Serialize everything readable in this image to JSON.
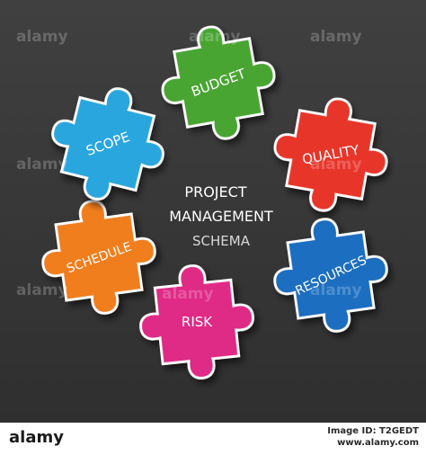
{
  "diagram": {
    "title_line1": "PROJECT",
    "title_line2": "MANAGEMENT",
    "subtitle": "SCHEMA",
    "pieces": [
      {
        "key": "budget",
        "label": "BUDGET",
        "color": "#4aa532"
      },
      {
        "key": "quality",
        "label": "QUALITY",
        "color": "#e8362a"
      },
      {
        "key": "resources",
        "label": "RESOURCES",
        "color": "#1f6ec0"
      },
      {
        "key": "risk",
        "label": "RISK",
        "color": "#df2b86"
      },
      {
        "key": "schedule",
        "label": "SCHEDULE",
        "color": "#f07e1f"
      },
      {
        "key": "scope",
        "label": "SCOPE",
        "color": "#2aa6de"
      }
    ],
    "background_color": "#3b3b3b",
    "text_color": "#ffffff"
  },
  "watermark": {
    "text": "alamy"
  },
  "footer": {
    "logo": "alamy",
    "id_line1": "Image ID: T2GEDT",
    "id_line2": "www.alamy.com"
  }
}
